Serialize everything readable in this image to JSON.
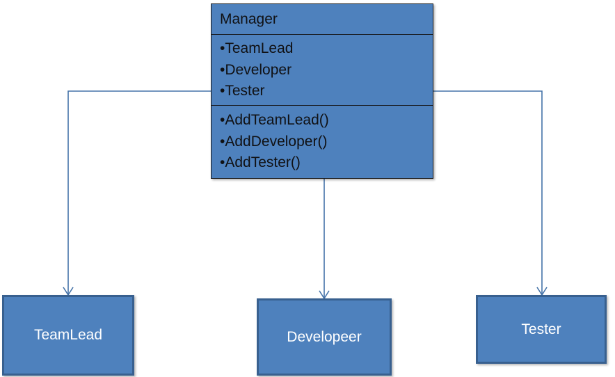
{
  "diagram": {
    "type": "uml-class-diagram",
    "background_color": "#ffffff",
    "box_fill_color": "#4e81bd",
    "class_border_color": "#16171a",
    "simple_box_border_color": "#38608f",
    "connector_color": "#4472a8",
    "class_text_color": "#101114",
    "simple_box_text_color": "#ffffff"
  },
  "manager_class": {
    "name": "Manager",
    "attributes": [
      {
        "bullet": "•",
        "label": "TeamLead"
      },
      {
        "bullet": "•",
        "label": "Developer"
      },
      {
        "bullet": "•",
        "label": "Tester"
      }
    ],
    "operations": [
      {
        "bullet": "•",
        "label": "AddTeamLead()"
      },
      {
        "bullet": "•",
        "label": "AddDeveloper()"
      },
      {
        "bullet": "•",
        "label": "AddTester()"
      }
    ]
  },
  "subclasses": [
    {
      "label": "TeamLead"
    },
    {
      "label": "Developeer"
    },
    {
      "label": "Tester"
    }
  ],
  "connectors": [
    {
      "from": "Manager",
      "to": "TeamLead",
      "style": "orthogonal",
      "arrow": "open-v"
    },
    {
      "from": "Manager",
      "to": "Developeer",
      "style": "straight",
      "arrow": "open-v"
    },
    {
      "from": "Manager",
      "to": "Tester",
      "style": "orthogonal",
      "arrow": "open-v"
    }
  ]
}
